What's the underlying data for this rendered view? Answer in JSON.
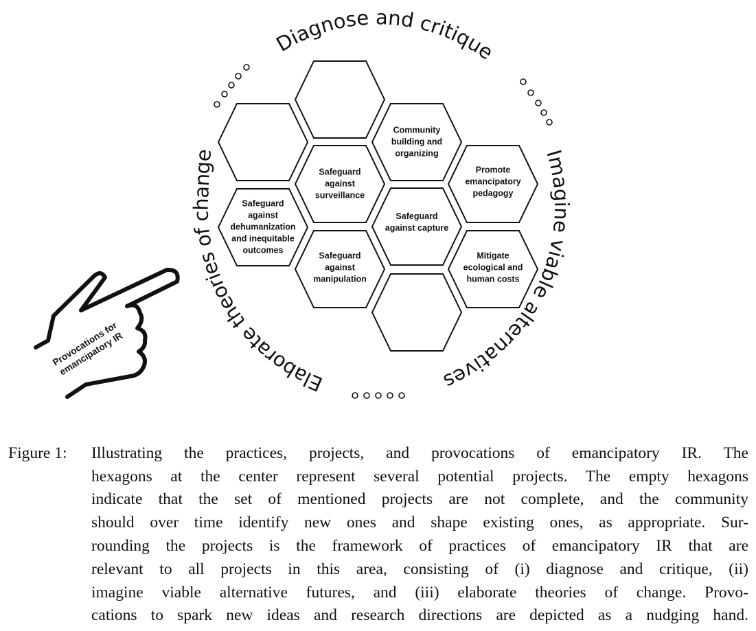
{
  "figure": {
    "practices": {
      "top": "Diagnose and critique",
      "right": "Imagine viable alternatives",
      "left": "Elaborate theories of change"
    },
    "projects": [
      "Safeguard\nagainst\ndehumanization\nand inequitable\noutcomes",
      "Safeguard\nagainst\nsurveillance",
      "Safeguard\nagainst\nmanipulation",
      "Community\nbuilding and\norganizing",
      "Safeguard\nagainst capture",
      "Promote\nemancipatory\npedagogy",
      "Mitigate\necological and\nhuman costs"
    ],
    "hand": {
      "line1": "Provocations for",
      "line2": "emancipatory IR"
    }
  },
  "caption": {
    "label": "Figure 1:",
    "lines": [
      "Illustrating the practices, projects, and provocations of emancipatory IR. The",
      "hexagons at the center represent several potential projects. The empty hexagons",
      "indicate that the set of mentioned projects are not complete, and the community",
      "should over time identify new ones and shape existing ones, as appropriate. Sur-",
      "rounding the projects is the framework of practices of emancipatory IR that are",
      "relevant to all projects in this area, consisting of (i) diagnose and critique, (ii)",
      "imagine viable alternative futures, and (iii) elaborate theories of change. Provo-",
      "cations to spark new ideas and research directions are depicted as a nudging hand."
    ]
  }
}
